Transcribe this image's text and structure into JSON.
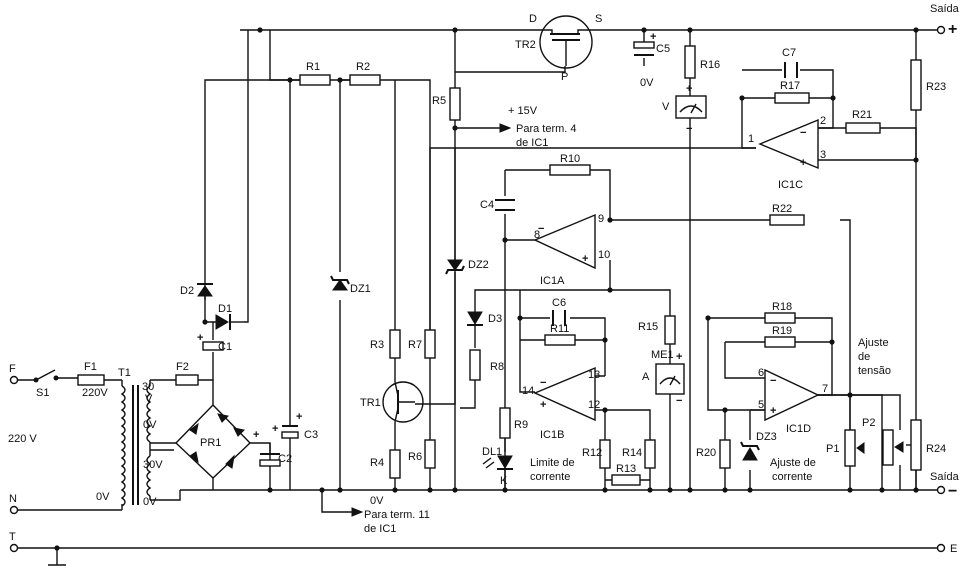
{
  "components": {
    "F": "F",
    "S1": "S1",
    "F1": "F1",
    "F2": "F2",
    "T1": "T1",
    "PR1": "PR1",
    "D1": "D1",
    "D2": "D2",
    "C1": "C1",
    "C2": "C2",
    "C3": "C3",
    "R1": "R1",
    "R2": "R2",
    "DZ1": "DZ1",
    "R3": "R3",
    "R4": "R4",
    "R5": "R5",
    "R6": "R6",
    "R7": "R7",
    "R8": "R8",
    "R9": "R9",
    "DZ2": "DZ2",
    "D3": "D3",
    "DL1": "DL1",
    "K": "K",
    "TR1": "TR1",
    "TR2": "TR2",
    "C5": "C5",
    "R16": "R16",
    "V": "V",
    "C7": "C7",
    "R17": "R17",
    "R21": "R21",
    "IC1C": "IC1C",
    "R23": "R23",
    "C4": "C4",
    "R10": "R10",
    "IC1A": "IC1A",
    "R22": "R22",
    "C6": "C6",
    "R11": "R11",
    "IC1B": "IC1B",
    "R12": "R12",
    "R13": "R13",
    "R14": "R14",
    "R15": "R15",
    "ME1": "ME1",
    "A": "A",
    "R18": "R18",
    "R19": "R19",
    "IC1D": "IC1D",
    "R20": "R20",
    "DZ3": "DZ3",
    "P1": "P1",
    "P2": "P2",
    "R24": "R24"
  },
  "texts": {
    "v220": "220 V",
    "n": "N",
    "t": "T",
    "e": "E",
    "v220_primary": "220V",
    "v0_primary": "0V",
    "tap30a": "30",
    "tap_v": "V",
    "tap0v": "0V",
    "tap30b": "30V",
    "tap0v_b": "0V",
    "d": "D",
    "s": "S",
    "p": "P",
    "c5_0v": "0V",
    "plus15": "+ 15V",
    "term4_1": "Para term. 4",
    "term4_2": "de IC1",
    "term11_1": "Para term. 11",
    "term11_2": "de IC1",
    "gnd_0v": "0V",
    "saida_top": "Saída",
    "saida_bot": "Saída",
    "plus": "+",
    "minus": "−",
    "limite1": "Limite de",
    "limite2": "corrente",
    "ajuste_c1": "Ajuste de",
    "ajuste_c2": "corrente",
    "ajuste_t1": "Ajuste",
    "ajuste_t2": "de",
    "ajuste_t3": "tensão",
    "pin1": "1",
    "pin2": "2",
    "pin3": "3",
    "pin5": "5",
    "pin6": "6",
    "pin7": "7",
    "pin8": "8",
    "pin9": "9",
    "pin10": "10",
    "pin12": "12",
    "pin13": "13",
    "pin14": "14"
  }
}
